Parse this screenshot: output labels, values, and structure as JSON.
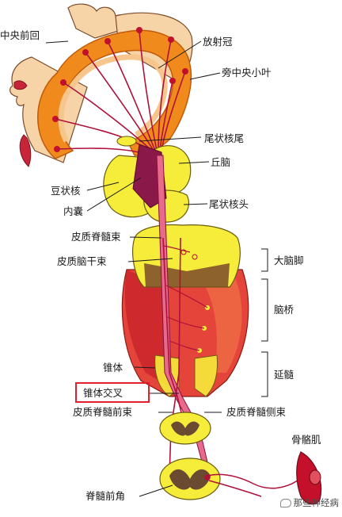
{
  "labels": {
    "precentral_gyrus": "中央前回",
    "corona_radiata": "放射冠",
    "paracentral_lobule": "旁中央小叶",
    "caudate_tail": "尾状核尾",
    "thalamus": "丘脑",
    "lentiform_nucleus": "豆状核",
    "internal_capsule": "内囊",
    "caudate_head": "尾状核头",
    "corticospinal_tract": "皮质脊髓束",
    "corticobulbar_tract": "皮质脑干束",
    "cerebral_peduncle": "大脑脚",
    "pons": "脑桥",
    "pyramid": "锥体",
    "medulla": "延髓",
    "pyramidal_decussation": "锥体交叉",
    "anterior_corticospinal_tract": "皮质脊髓前束",
    "lateral_corticospinal_tract": "皮质脊髓侧束",
    "skeletal_muscle": "骨骼肌",
    "anterior_horn": "脊髓前角"
  },
  "watermark": "那些神经病",
  "colors": {
    "cortex_orange": "#f08a1c",
    "skin": "#f7d4a8",
    "tract_red": "#b0103a",
    "nucleus_yellow": "#f6ec3a",
    "brainstem_red": "#e5443a",
    "highlight": "#e0202a"
  }
}
